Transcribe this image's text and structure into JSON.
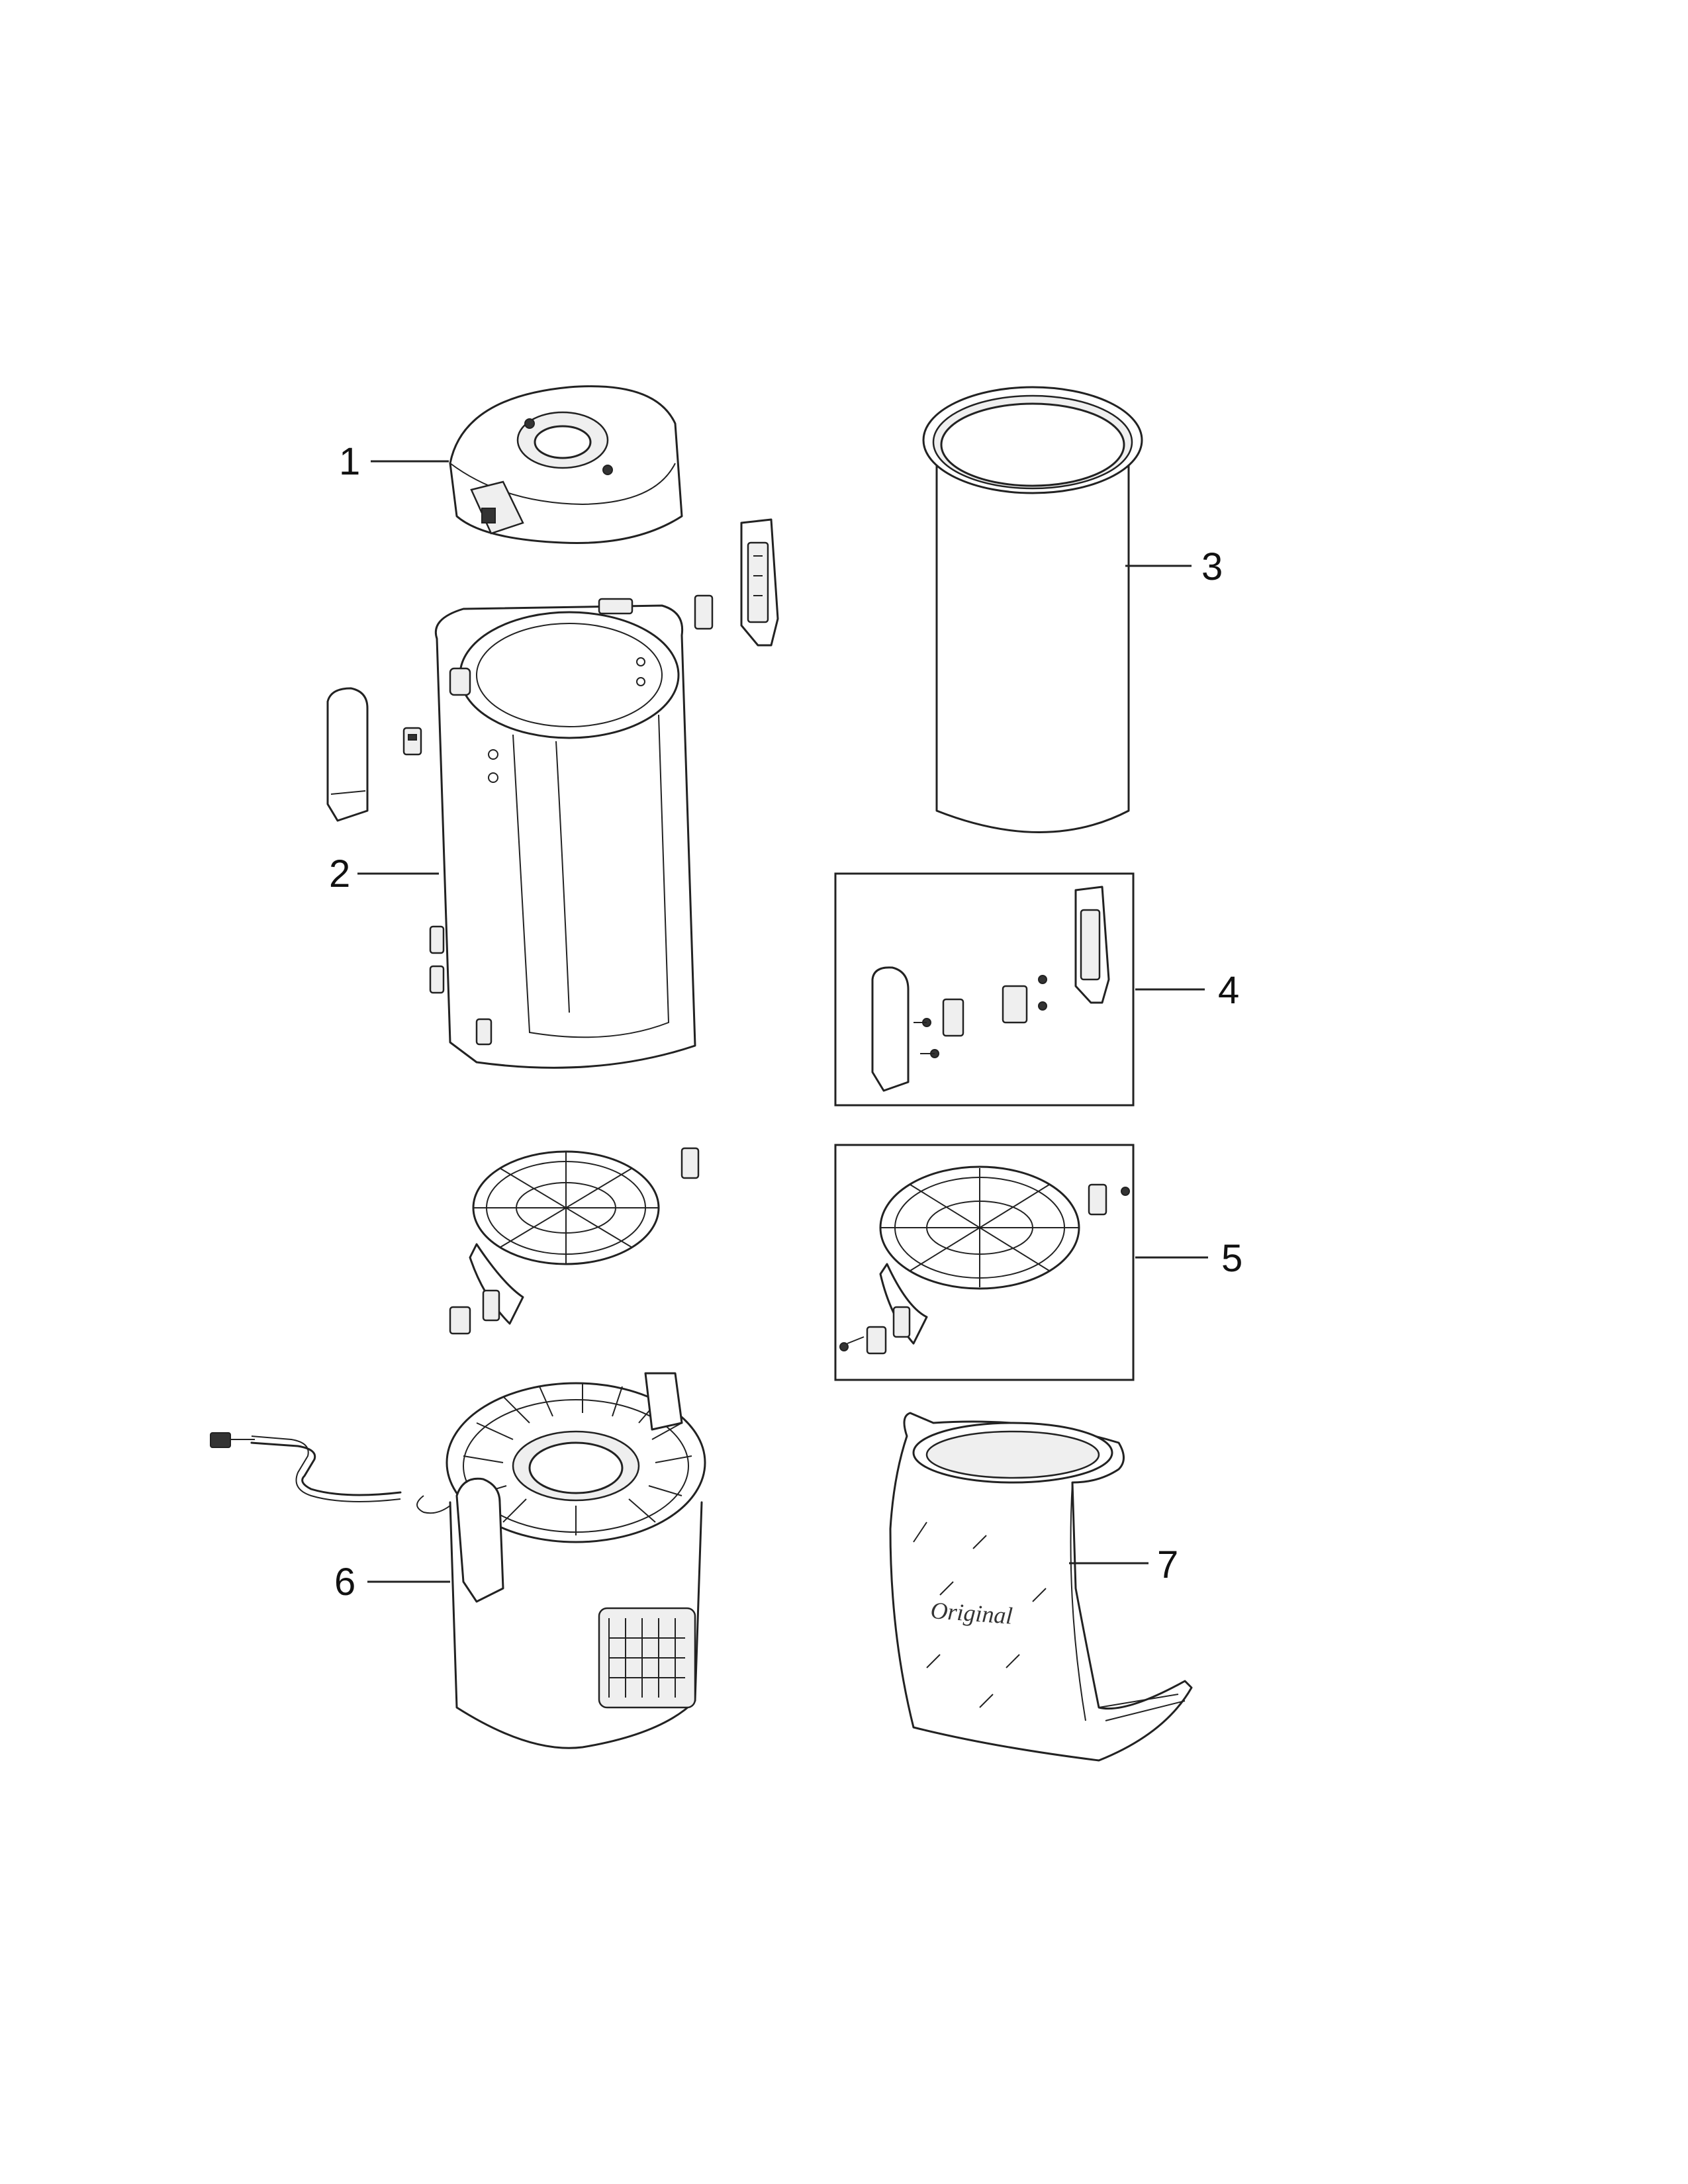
{
  "callouts": [
    {
      "id": "1",
      "text": "1"
    },
    {
      "id": "2",
      "text": "2"
    },
    {
      "id": "3",
      "text": "3"
    },
    {
      "id": "4",
      "text": "4"
    },
    {
      "id": "5",
      "text": "5"
    },
    {
      "id": "6",
      "text": "6"
    },
    {
      "id": "7",
      "text": "7"
    }
  ],
  "bag_print": "Original",
  "line_color": "#222222",
  "background": "#ffffff"
}
